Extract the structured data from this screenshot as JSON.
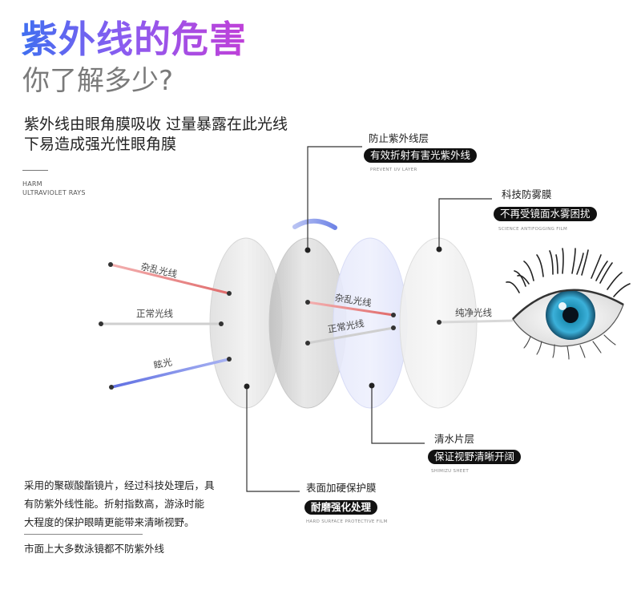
{
  "header": {
    "title": "紫外线的危害",
    "subtitle": "你了解多少?"
  },
  "intro": {
    "line1": "紫外线由眼角膜吸收 过量暴露在此光线",
    "line2": "下易造成强光性眼角膜"
  },
  "harm_label": {
    "line1": "HARM",
    "line2": "ULTRAVIOLET RAYS"
  },
  "rays": {
    "stray_left": "杂乱光线",
    "normal_left": "正常光线",
    "glare": "眩光",
    "stray_mid": "杂乱光线",
    "normal_mid": "正常光线",
    "pure": "纯净光线"
  },
  "callouts": {
    "uv_layer": {
      "title": "防止紫外线层",
      "pill": "有效折射有害光紫外线",
      "sub": "PREVENT UV LAYER"
    },
    "antifog": {
      "title": "科技防雾膜",
      "pill": "不再受镜面水雾困扰",
      "sub": "SCIENCE ANTIFOGGING FILM"
    },
    "shimizu": {
      "title": "清水片层",
      "pill": "保证视野清晰开阔",
      "sub": "SHIMIZU SHEET"
    },
    "hard_surface": {
      "title": "表面加硬保护膜",
      "pill": "耐磨强化处理",
      "sub": "HARD SURFACE PROTECTIVE FILM"
    }
  },
  "bottom": {
    "desc_line1": "采用的聚碳酸酯镜片，经过科技处理后，具",
    "desc_line2": "有防紫外线性能。折射指数高，游泳时能",
    "desc_line3": "大程度的保护眼睛更能带来清晰视野。",
    "note": "市面上大多数泳镜都不防紫外线"
  },
  "colors": {
    "title_gradient_start": "#3f6ff0",
    "title_gradient_end": "#c040d8",
    "stray_ray": "#e87878",
    "normal_ray": "#c8c8c8",
    "glare_ray": "#6f7fe8",
    "pill_bg": "#111111"
  },
  "icons": [
    "eye-illustration",
    "lens-layer",
    "callout-dot"
  ]
}
